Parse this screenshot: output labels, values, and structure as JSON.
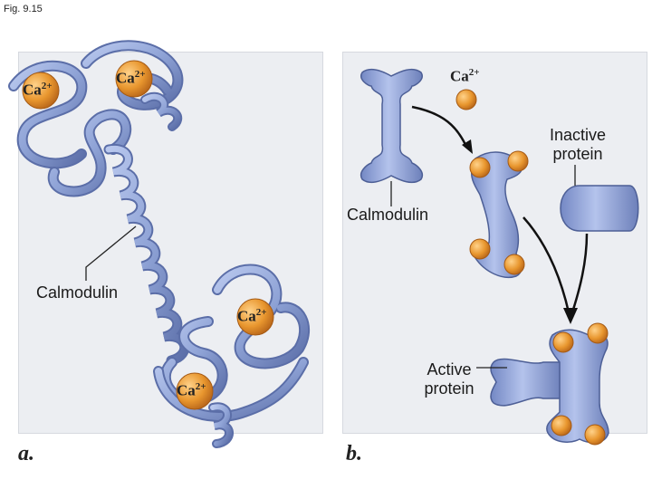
{
  "figure_label": "Fig. 9.15",
  "panel_a": {
    "tag": "a.",
    "calmodulin_label": "Calmodulin",
    "ion_base": "Ca",
    "ion_charge": "2+"
  },
  "panel_b": {
    "tag": "b.",
    "calmodulin_label": "Calmodulin",
    "ion_base": "Ca",
    "ion_charge": "2+",
    "inactive_label_line1": "Inactive",
    "inactive_label_line2": "protein",
    "active_label_line1": "Active",
    "active_label_line2": "protein"
  },
  "colors": {
    "protein": "#8fa3d6",
    "protein_dark": "#5b6ea8",
    "calcium": "#e8962e",
    "panel_bg": "#eceef2"
  }
}
